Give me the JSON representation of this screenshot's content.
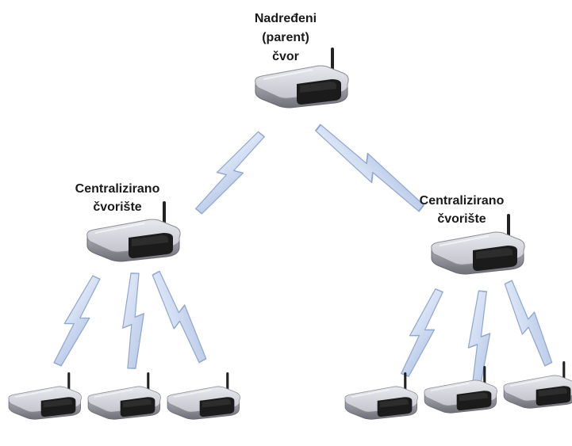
{
  "colors": {
    "router_top": "#dcdde3",
    "router_side": "#9a9aa3",
    "router_dark": "#1b1b1b",
    "antenna": "#222222",
    "link_fill": "#c9d7ef",
    "link_stroke": "#8fa6cf",
    "label": "#1a1a1a"
  },
  "nodes": {
    "parent": {
      "label_lines": [
        "Nadređeni",
        "(parent)",
        "čvor"
      ]
    },
    "hub_left": {
      "label_lines": [
        "Centralizirano",
        "čvorište"
      ]
    },
    "hub_right": {
      "label_lines": [
        "Centralizirano",
        "čvorište"
      ]
    }
  }
}
